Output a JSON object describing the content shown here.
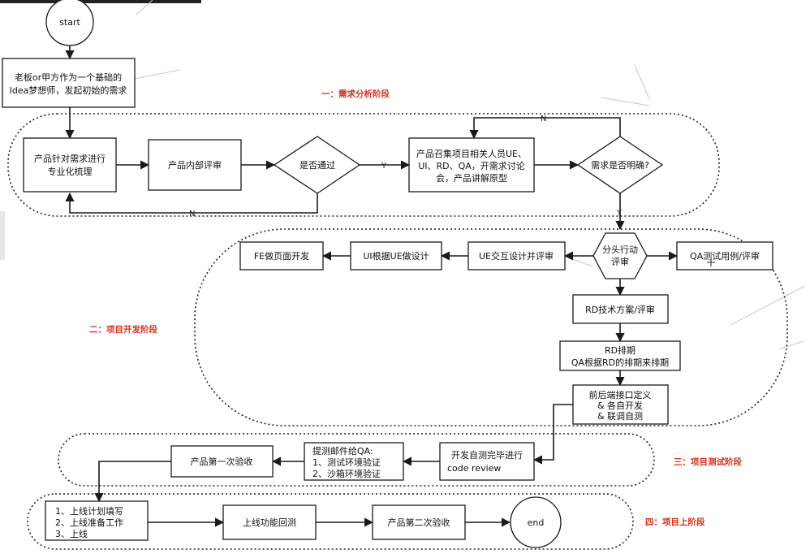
{
  "nodes": {
    "start": "start",
    "idea": [
      "老板or甲方作为一个基础的",
      "Idea梦想师，发起初始的需求"
    ],
    "product_review_req": [
      "产品针对需求进行",
      "专业化梳理"
    ],
    "internal_review": "产品内部评审",
    "passed": "是否通过",
    "convene": [
      "产品召集项目相关人员UE、",
      "UI、RD、QA，开需求讨论",
      "会，产品讲解原型"
    ],
    "clear": "需求是否明确?",
    "split": [
      "分头行动",
      "评审"
    ],
    "ue_review": "UE交互设计并评审",
    "ui_design": "UI根据UE做设计",
    "fe_dev": "FE做页面开发",
    "qa_cases": "QA测试用例/评审",
    "rd_plan": "RD技术方案/评审",
    "rd_schedule": [
      "RD排期",
      "QA根据RD的排期来排期"
    ],
    "api_define": [
      "前后端接口定义",
      "& 各自开发",
      "& 联调自测"
    ],
    "dev_done": [
      "开发自测完毕进行",
      "code review"
    ],
    "submit_test": [
      "提测邮件给QA:",
      "1、测试环境验证",
      "2、沙箱环境验证"
    ],
    "first_accept": "产品第一次验收",
    "release_plan": [
      "1、上线计划填写",
      "2、上线准备工作",
      "3、上线"
    ],
    "regression": "上线功能回测",
    "second_accept": "产品第二次验收",
    "end": "end"
  },
  "edges": {
    "yes": "Y",
    "no": "N"
  },
  "stages": {
    "s1": "一：需求分析阶段",
    "s2": "二：项目开发阶段",
    "s3": "三：项目测试阶段",
    "s4": "四：项目上阶段"
  },
  "colors": {
    "stage_label": "#d2321e",
    "stroke": "#1a1a1a"
  }
}
